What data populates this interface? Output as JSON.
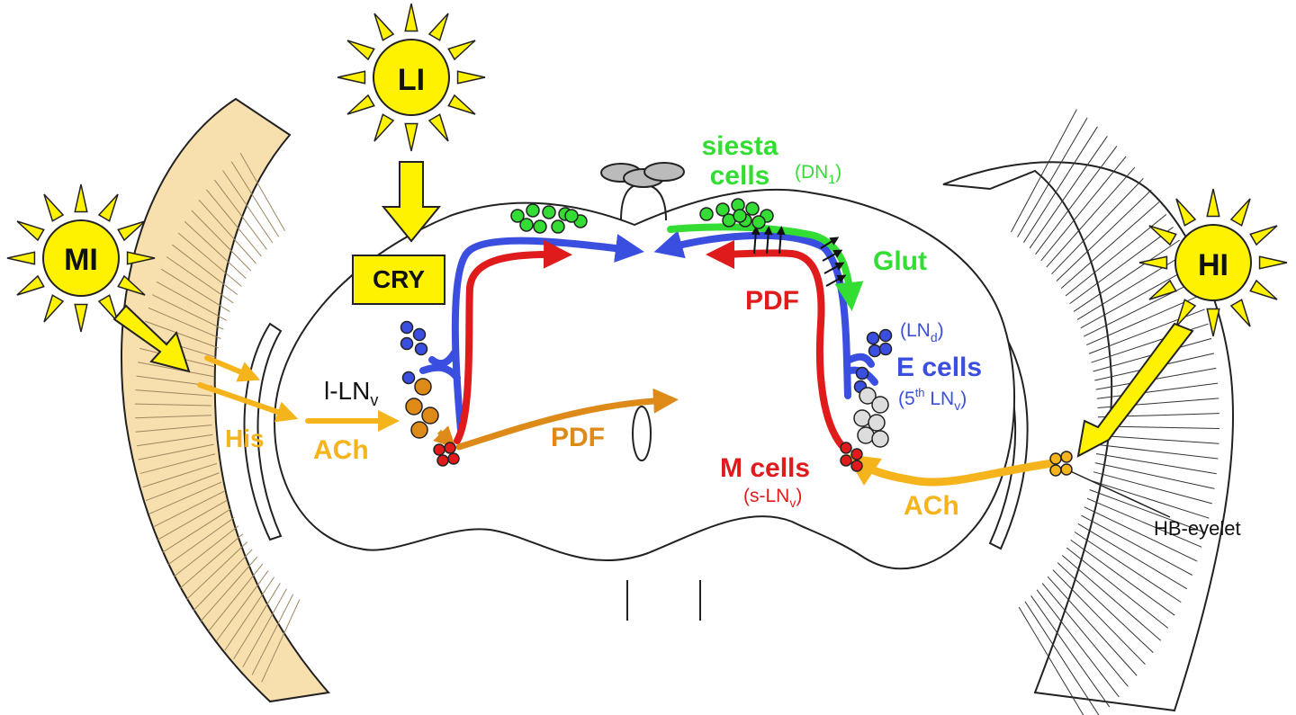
{
  "labels": {
    "li": "LI",
    "mi": "MI",
    "hi": "HI",
    "cry": "CRY",
    "siesta_line1": "siesta",
    "siesta_line2": "cells",
    "dn1_main": "(DN",
    "dn1_sub": "1",
    "dn1_close": ")",
    "glut": "Glut",
    "pdf_right": "PDF",
    "lnd_main": "(LN",
    "lnd_sub": "d",
    "lnd_close": ")",
    "e_cells": "E cells",
    "fifth_main": "(5",
    "fifth_sup": "th",
    "fifth_mid": " LN",
    "fifth_sub": "v",
    "fifth_close": ")",
    "llnv_main": "l-LN",
    "llnv_sub": "v",
    "his": "His",
    "ach_left": "ACh",
    "pdf_center": "PDF",
    "m_cells": "M cells",
    "slnv_main": "(s-LN",
    "slnv_sub": "v",
    "slnv_close": ")",
    "ach_right": "ACh",
    "hb_eyelet": "HB-eyelet"
  },
  "colors": {
    "sun_fill": "#fff200",
    "cry_box": "#fff200",
    "left_eye": "#f8dfae",
    "siesta": "#33dd33",
    "blue": "#3a4ee0",
    "red": "#e01b1b",
    "orange_light": "#f5b41c",
    "orange_dark": "#de8a18",
    "grey_cell": "#dddddd"
  }
}
